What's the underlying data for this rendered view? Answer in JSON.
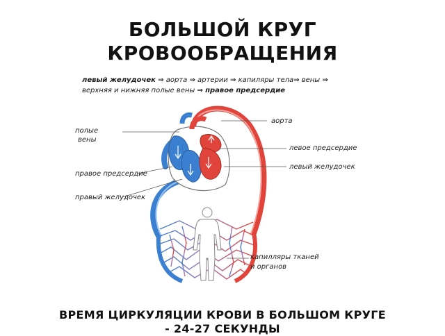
{
  "title": {
    "line1": "БОЛЬШОЙ КРУГ",
    "line2": "КРОВООБРАЩЕНИЯ"
  },
  "path": {
    "left_ventricle": "левый желудочек",
    "aorta": "аорта",
    "arteries": "артерии",
    "capillaries": "капиляры тела",
    "veins": "вены",
    "vena_cava": "верхняя и нижняя полые вены",
    "right_atrium": "правое предсердие",
    "arrow": "⇒"
  },
  "labels": {
    "polye": "полые",
    "veny": "вены",
    "right_atrium": "правое предсердие",
    "right_ventricle": "правый желудочек",
    "aorta": "аорта",
    "left_atrium": "левое предсердие",
    "left_ventricle": "левый желудочек",
    "capillaries_line1": "капилляры тканей",
    "capillaries_line2": "и органов"
  },
  "footer": {
    "line1": "ВРЕМЯ ЦИРКУЛЯЦИИ КРОВИ В БОЛЬШОМ КРУГЕ",
    "line2": "- 24-27 СЕКУНДЫ"
  },
  "colors": {
    "artery": "#e0443a",
    "vein": "#3a7fd0",
    "mixed": "#a27ab8",
    "leader": "#555555"
  }
}
